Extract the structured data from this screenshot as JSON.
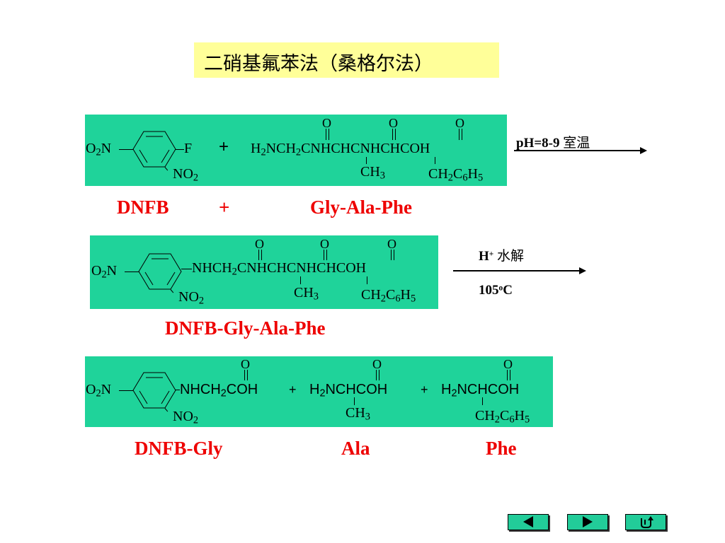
{
  "title": "二硝基氟苯法（桑格尔法）",
  "step1": {
    "o2n": "O2N",
    "f": "F",
    "plus": "+",
    "peptide": "H2NCH2CNHCHCNHCHCOH",
    "o_label": "O",
    "ch3": "CH3",
    "benzyl": "CH2C6H5",
    "no2": "NO2"
  },
  "condition1": "pH=8-9 室温",
  "names1": {
    "dnfb": "DNFB",
    "plus": "+",
    "peptide": "Gly-Ala-Phe"
  },
  "step2": {
    "o2n": "O2N",
    "chain": "NHCH2CNHCHCNHCHCOH",
    "o_label": "O",
    "ch3": "CH3",
    "benzyl": "CH2C6H5",
    "no2": "NO2"
  },
  "condition2": {
    "top": "H+ 水解",
    "bottom": "105oC"
  },
  "names2": {
    "product": "DNFB-Gly-Ala-Phe"
  },
  "step3": {
    "o2n": "O2N",
    "part1": "NHCH2COH",
    "plus": "+",
    "part2": "H2NCHCOH",
    "part3": "H2NCHCOH",
    "o_label": "O",
    "ch3": "CH3",
    "benzyl": "CH2C6H5",
    "no2": "NO2"
  },
  "names3": {
    "a": "DNFB-Gly",
    "b": "Ala",
    "c": "Phe"
  },
  "nav": {
    "prev": "previous-icon",
    "next": "next-icon",
    "return": "return-icon"
  }
}
